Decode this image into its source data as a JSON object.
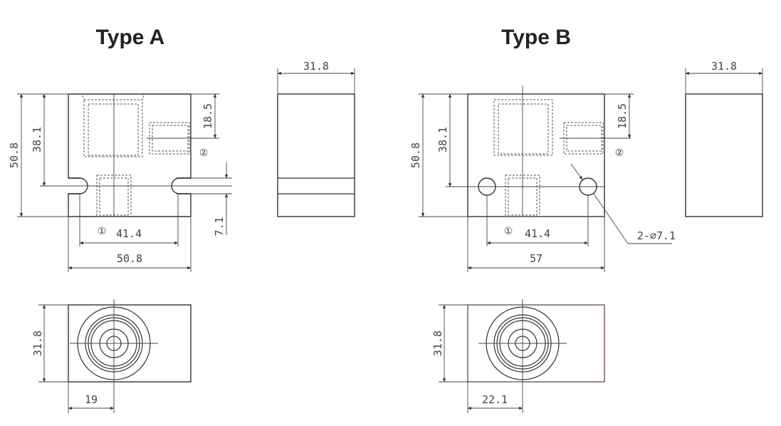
{
  "type_a": {
    "title": "Type A",
    "front": {
      "height_overall": "50.8",
      "height_port": "38.1",
      "port2_offset": "18.5",
      "slot_offset": "7.1",
      "hole_spacing": "41.4",
      "width": "50.8",
      "port1_mark": "①",
      "port2_mark": "②"
    },
    "side": {
      "width": "31.8"
    },
    "top": {
      "height": "31.8",
      "offset": "19"
    }
  },
  "type_b": {
    "title": "Type B",
    "front": {
      "height_overall": "50.8",
      "height_port": "38.1",
      "port2_offset": "18.5",
      "hole_spacing": "41.4",
      "width": "57",
      "hole_callout": "2-⌀7.1",
      "port1_mark": "①",
      "port2_mark": "②"
    },
    "side": {
      "width": "31.8"
    },
    "top": {
      "height": "31.8",
      "offset": "22.1"
    }
  }
}
